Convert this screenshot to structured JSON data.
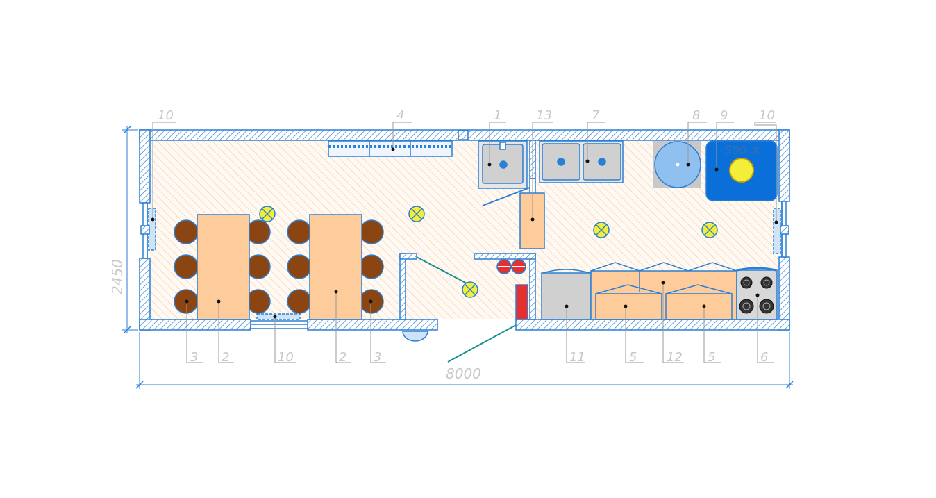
{
  "dimensions": {
    "length": "8000",
    "width": "2450"
  },
  "tank_capacity": "500 л.",
  "labels": {
    "top": [
      "10",
      "4",
      "1",
      "13",
      "7",
      "8",
      "9",
      "10"
    ],
    "bottom": [
      "3",
      "2",
      "10",
      "2",
      "3",
      "11",
      "5",
      "12",
      "5",
      "6"
    ]
  },
  "colors": {
    "wall": "#2b7fd4",
    "floor_hatch": "#f6c9a0",
    "table": "#fecb9a",
    "chair": "#8b4513",
    "lamp": "#f2ee3a",
    "tank": "#0a6fd8",
    "boiler": "#8fc0f0",
    "sink": "#d8d8d8",
    "heater": "#e63030",
    "door_swing": "#1a8f8f",
    "leader": "#9a9a9a"
  }
}
